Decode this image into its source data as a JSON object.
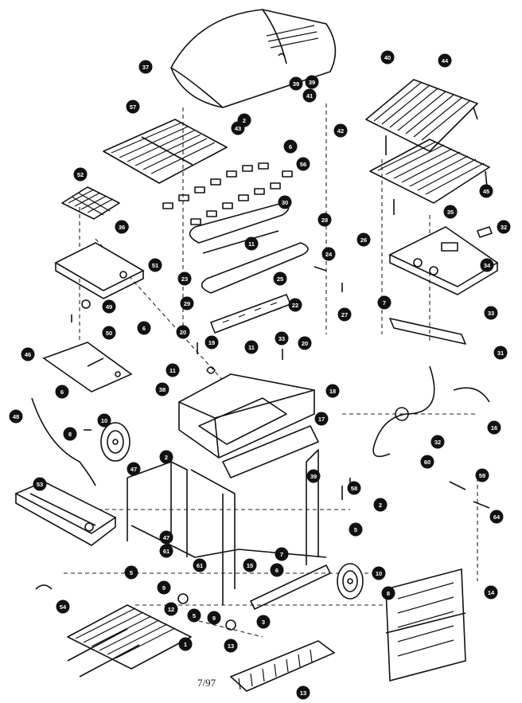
{
  "date_code": "7/97",
  "callouts": [
    {
      "num": "37"
    },
    {
      "num": "40"
    },
    {
      "num": "44"
    },
    {
      "num": "57"
    },
    {
      "num": "43"
    },
    {
      "num": "41"
    },
    {
      "num": "39"
    },
    {
      "num": "39"
    },
    {
      "num": "42"
    },
    {
      "num": "6"
    },
    {
      "num": "45"
    },
    {
      "num": "52"
    },
    {
      "num": "56"
    },
    {
      "num": "30"
    },
    {
      "num": "36"
    },
    {
      "num": "28"
    },
    {
      "num": "24"
    },
    {
      "num": "26"
    },
    {
      "num": "35"
    },
    {
      "num": "32"
    },
    {
      "num": "11"
    },
    {
      "num": "51"
    },
    {
      "num": "34"
    },
    {
      "num": "23"
    },
    {
      "num": "25"
    },
    {
      "num": "2"
    },
    {
      "num": "7"
    },
    {
      "num": "49"
    },
    {
      "num": "29"
    },
    {
      "num": "22"
    },
    {
      "num": "27"
    },
    {
      "num": "33"
    },
    {
      "num": "50"
    },
    {
      "num": "6"
    },
    {
      "num": "20"
    },
    {
      "num": "33"
    },
    {
      "num": "20"
    },
    {
      "num": "31"
    },
    {
      "num": "46"
    },
    {
      "num": "19"
    },
    {
      "num": "11"
    },
    {
      "num": "11"
    },
    {
      "num": "18"
    },
    {
      "num": "38"
    },
    {
      "num": "6"
    },
    {
      "num": "48"
    },
    {
      "num": "10"
    },
    {
      "num": "17"
    },
    {
      "num": "16"
    },
    {
      "num": "8"
    },
    {
      "num": "32"
    },
    {
      "num": "2"
    },
    {
      "num": "47"
    },
    {
      "num": "60"
    },
    {
      "num": "59"
    },
    {
      "num": "53"
    },
    {
      "num": "39"
    },
    {
      "num": "58"
    },
    {
      "num": "2"
    },
    {
      "num": "64"
    },
    {
      "num": "47"
    },
    {
      "num": "61"
    },
    {
      "num": "7"
    },
    {
      "num": "5"
    },
    {
      "num": "61"
    },
    {
      "num": "15"
    },
    {
      "num": "6"
    },
    {
      "num": "5"
    },
    {
      "num": "9"
    },
    {
      "num": "12"
    },
    {
      "num": "10"
    },
    {
      "num": "14"
    },
    {
      "num": "8"
    },
    {
      "num": "54"
    },
    {
      "num": "5"
    },
    {
      "num": "9"
    },
    {
      "num": "13"
    },
    {
      "num": "1"
    },
    {
      "num": "3"
    },
    {
      "num": "13"
    }
  ]
}
